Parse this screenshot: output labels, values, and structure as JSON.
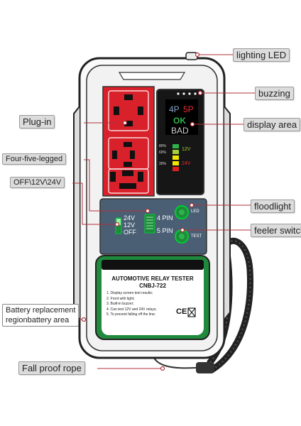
{
  "callouts": {
    "lighting_led": "lighting LED",
    "buzzing": "buzzing",
    "display_area": "display area",
    "floodlight": "floodlight",
    "feeler_switch": "feeler switch",
    "fall_proof_rope": "Fall proof rope",
    "plug_in": "Plug-in",
    "four_five_legged": "Four-five-legged",
    "voltage_switch": "OFF\\12V\\24V",
    "battery_line1": "Battery replacement",
    "battery_line2": "regionbattery area"
  },
  "display": {
    "pin4": "4P",
    "pin5": "5P",
    "ok": "OK",
    "bad": "BAD",
    "pct80": "80%",
    "pct60": "60%",
    "pct30": "30%",
    "v12": "12V",
    "v24": "24V"
  },
  "controls": {
    "v24": "24V",
    "v12": "12V",
    "off": "OFF",
    "pin4": "4 PIN",
    "pin5": "5 PIN",
    "led": "LED",
    "test": "TEST"
  },
  "label_panel": {
    "title": "AUTOMOTIVE RELAY TESTER",
    "model": "CNBJ-722",
    "features": [
      "1. Display screen test results;",
      "2. Front with light;",
      "3. Built-in buzzer;",
      "4. Can test 12V and 24V relays;",
      "5. To prevent falling off the line;"
    ],
    "cert": "CE"
  },
  "colors": {
    "red_plug": "#d8212a",
    "control_panel": "#4a5f74",
    "green_accent": "#1f8a3c",
    "led_green": "#2db34a"
  }
}
